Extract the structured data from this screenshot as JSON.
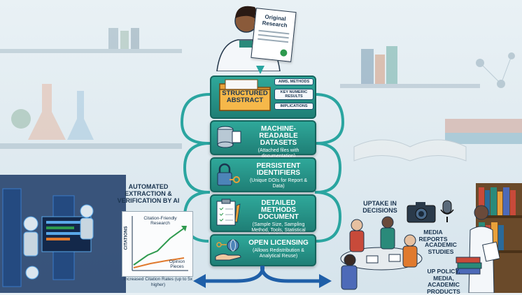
{
  "researcher": {
    "document_label": "Original Research"
  },
  "abstract": {
    "title_line1": "STRUCTURED",
    "title_line2": "ABSTRACT",
    "tags": [
      "AIMS, METHODS",
      "KEY NUMERIC RESULTS",
      "IMPLICATIONS"
    ]
  },
  "cards": [
    {
      "title": "MACHINE-READABLE DATASETS",
      "subtitle": "(Attached files with documentation)",
      "icon": "database-icon"
    },
    {
      "title": "PERSISTENT IDENTIFIERS",
      "subtitle": "(Unique DOIs for Report & Data)",
      "icon": "padlock-key-icon"
    },
    {
      "title": "DETAILED METHODS DOCUMENT",
      "subtitle": "(Sample Size, Sampling Method, Tools, Statistical Analyses)",
      "icon": "clipboard-icon"
    },
    {
      "title": "OPEN LICENSING",
      "subtitle": "(Allows Redistribution & Analytical Reuse)",
      "icon": "open-hand-globe-icon"
    }
  ],
  "left_panel": {
    "title": "AUTOMATED EXTRACTION & VERIFICATION BY AI",
    "chart_ylabel": "CITATIONS",
    "line_top_label": "Citation-Friendly Research",
    "line_bottom_label": "Opinion Pieces",
    "caption": "Increased Citation Rates (up to 5x higher)",
    "colors": {
      "friendly": "#2e9a4e",
      "opinion": "#e07a2e"
    }
  },
  "right_panel": {
    "uptake": "UPTAKE IN DECISIONS",
    "media": "MEDIA REPORTS",
    "academic": "ACADEMIC STUDIES",
    "policy": "UP POLICY, MEDIA, ACADEMIC PRODUCTS"
  },
  "colors": {
    "card": "#2fa89a",
    "arrow": "#1f5fa8",
    "loop": "#2aa5a0"
  }
}
